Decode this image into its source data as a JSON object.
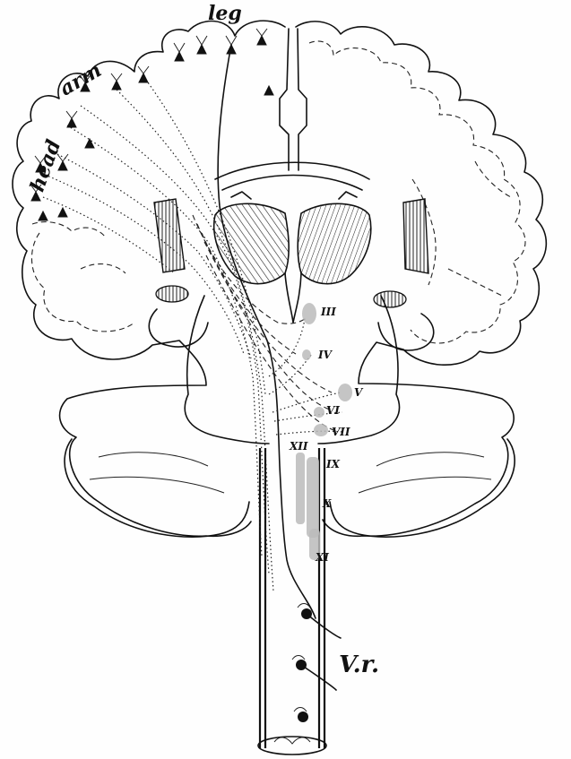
{
  "labels": {
    "head": "head",
    "arm": "arm",
    "leg": "leg",
    "vr": "V.r."
  },
  "nuclei": [
    "III",
    "IV",
    "V",
    "VI",
    "VII",
    "XII",
    "IX",
    "X",
    "XI"
  ]
}
